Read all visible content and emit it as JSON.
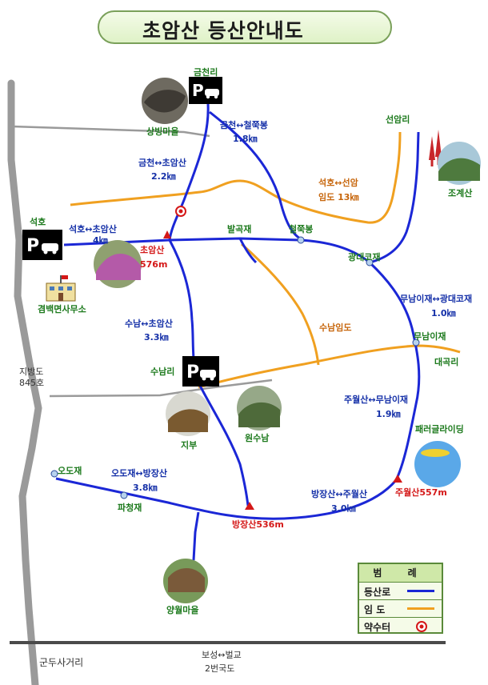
{
  "title": "초암산 등산안내도",
  "colors": {
    "trail": "#1b27d6",
    "forest_road": "#f0a020",
    "road": "#9a9a9a",
    "spring": "#d41818",
    "label_blue": "#1530a8",
    "label_green": "#1d7a1d",
    "label_red": "#d41818"
  },
  "icons": {
    "parking": "parking-car-icon",
    "peak": "summit-triangle-icon",
    "spring": "spring-target-icon",
    "village": "village-photo-icon",
    "office": "township-office-icon",
    "direction": "direction-arrow-icon"
  },
  "places": {
    "geumcheon_ri": "금천리",
    "sangbong_village": "상빙마을",
    "seonam_ri": "선암리",
    "jojesan": "조계산",
    "seokho": "석호",
    "township_office": "겸백면사무소",
    "sunam_ri": "수남리",
    "jibu": "지부",
    "wonsunam": "원수남",
    "daegok_ri": "대곡리",
    "paragliding": "패러글라이딩",
    "yangwol_village": "양월마을",
    "gundu_intersection": "군두사거리",
    "national_route": "보성↔벌교",
    "national_route_num": "2번국도",
    "local_road": "지방도",
    "local_road_num": "845호"
  },
  "peaks": {
    "choamsan": "초암산",
    "choamsan_height": "576m",
    "bangjangsan": "방장산536m",
    "juwolsan": "주월산557m"
  },
  "passes": {
    "balgojae": "발곡재",
    "cheolcheukbong": "철쭉봉",
    "gwangdaekojae": "광대코재",
    "munamije": "무남이재",
    "odojae": "오도재",
    "pacheongjae": "파청재"
  },
  "routes": [
    {
      "name": "금천↔철쭉봉",
      "distance": "1.8㎞"
    },
    {
      "name": "금천↔초암산",
      "distance": "2.2㎞"
    },
    {
      "name": "석호↔초암산",
      "distance": "4㎞"
    },
    {
      "name": "수남↔초암산",
      "distance": "3.3㎞"
    },
    {
      "name": "무남이재↔광대코재",
      "distance": "1.0㎞"
    },
    {
      "name": "주월산↔무남이재",
      "distance": "1.9㎞"
    },
    {
      "name": "오도재↔방장산",
      "distance": "3.8㎞"
    },
    {
      "name": "방장산↔주월산",
      "distance": "3.0㎞"
    }
  ],
  "forest_roads": {
    "seokho_seonam": "석호↔선암",
    "seokho_seonam_dist": "임도 13㎞",
    "sunam": "수남임도"
  },
  "legend": {
    "title": "범 례",
    "trail": "등산로",
    "forest_road": "임 도",
    "spring": "약수터"
  }
}
